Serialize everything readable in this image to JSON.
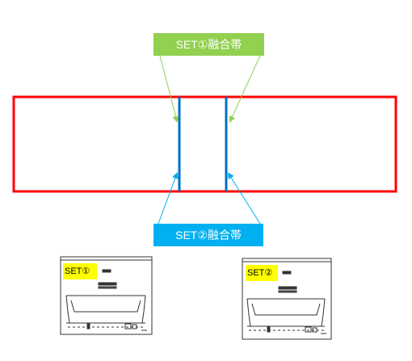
{
  "colors": {
    "frame": "#ff0000",
    "set1_accent": "#92d050",
    "set2_accent": "#00b0f0",
    "seam": "#0070c0",
    "highlight": "#ffff00",
    "line_art": "#333333"
  },
  "labels": {
    "set1_blend_band": "SET①融合帯",
    "set2_blend_band": "SET②融合帯",
    "set1_tag": "SET①",
    "set2_tag": "SET②"
  }
}
